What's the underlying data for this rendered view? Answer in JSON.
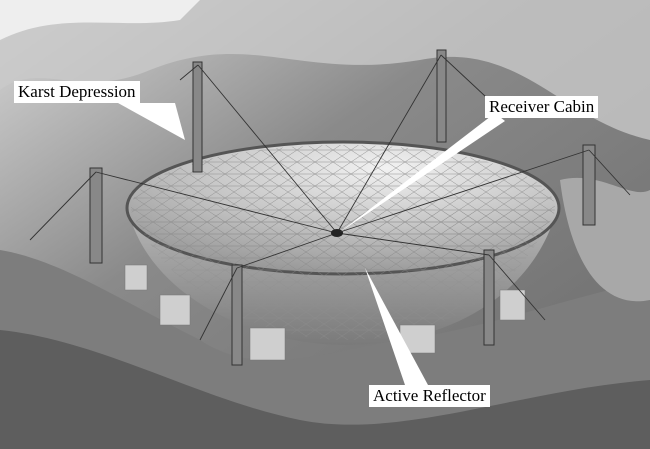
{
  "labels": {
    "karst_depression": "Karst Depression",
    "receiver_cabin": "Receiver Cabin",
    "active_reflector": "Active Reflector"
  }
}
